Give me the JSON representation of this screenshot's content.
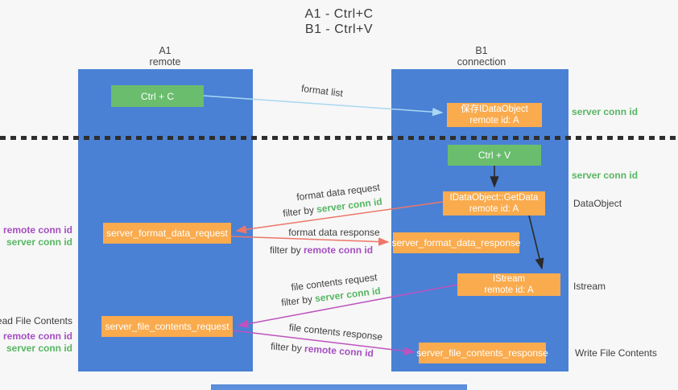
{
  "title": {
    "line1": "A1 - Ctrl+C",
    "line2": "B1 - Ctrl+V"
  },
  "lanes": {
    "a1": {
      "name": "A1",
      "role": "remote"
    },
    "b1": {
      "name": "B1",
      "role": "connection"
    }
  },
  "nodes": {
    "ctrl_c": "Ctrl + C",
    "save_idataobject": {
      "line1": "保存IDataObject",
      "line2": "remote id: A"
    },
    "ctrl_v": "Ctrl + V",
    "getdata": {
      "line1": "IDataObject::GetData",
      "line2": "remote id: A"
    },
    "format_request": "server_format_data_request",
    "format_response": "server_format_data_response",
    "istream": {
      "line1": "IStream",
      "line2": "remote id: A"
    },
    "file_request": "server_file_contents_request",
    "file_response": "server_file_contents_response"
  },
  "edge_labels": {
    "format_list": "format list",
    "format_data_request": "format data request",
    "format_data_response": "format data response",
    "file_contents_request": "file contents request",
    "file_contents_response": "file contents response",
    "filter_by": "filter by",
    "server_conn_id": "server conn id",
    "remote_conn_id": "remote conn id"
  },
  "side_labels": {
    "right": {
      "server_conn_top": "server conn id",
      "server_conn_mid": "server conn id",
      "dataobject": "DataObject",
      "istream": "Istream",
      "write_file": "Write File Contents"
    },
    "left": {
      "remote_conn_top": "remote conn id",
      "server_conn_top": "server conn id",
      "read_file": "Read File Contents",
      "remote_conn_bottom": "remote conn id",
      "server_conn_bottom": "server conn id"
    }
  },
  "colors": {
    "lane_blue": "#4a81d5",
    "green_box": "#6abd6d",
    "orange_box": "#f9ab4e",
    "green_text": "#57b663",
    "purple_text": "#a54fc1",
    "salmon_arrow": "#ee7668",
    "magenta_arrow": "#bd53be",
    "light_blue_arrow": "#a9d7f2",
    "black_arrow": "#2a2a2a",
    "background": "#f7f7f7"
  }
}
